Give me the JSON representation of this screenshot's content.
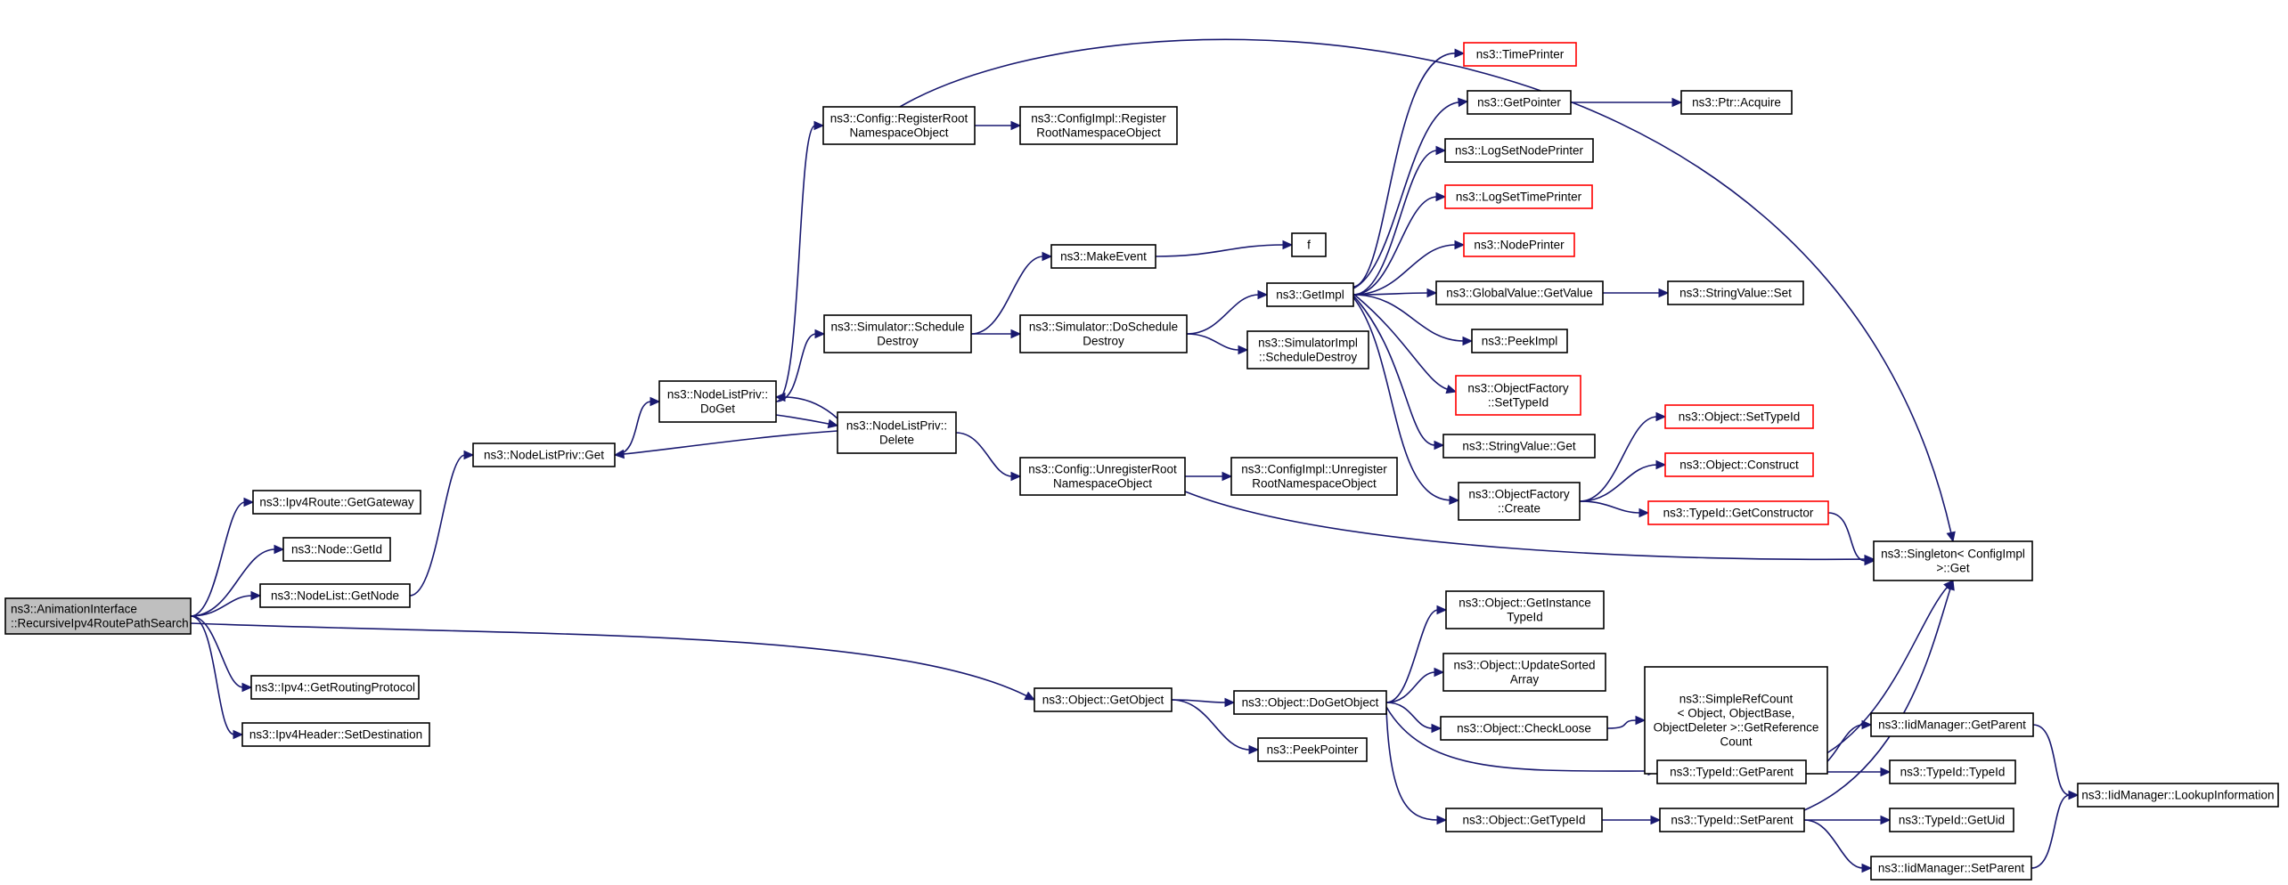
{
  "colors": {
    "edge": "#191970",
    "border": "#000000",
    "truncated_border": "#ff0000",
    "root_fill": "#bfbfbf"
  },
  "nodes": [
    {
      "id": "root",
      "lines": [
        "ns3::AnimationInterface",
        "::RecursiveIpv4RoutePathSearch"
      ],
      "kind": "root"
    },
    {
      "id": "ipv4route",
      "lines": [
        "ns3::Ipv4Route::GetGateway"
      ]
    },
    {
      "id": "nodegetid",
      "lines": [
        "ns3::Node::GetId"
      ]
    },
    {
      "id": "nodelistgetnode",
      "lines": [
        "ns3::NodeList::GetNode"
      ]
    },
    {
      "id": "ipv4getrouting",
      "lines": [
        "ns3::Ipv4::GetRoutingProtocol"
      ]
    },
    {
      "id": "ipv4header",
      "lines": [
        "ns3::Ipv4Header::SetDestination"
      ]
    },
    {
      "id": "nlpget",
      "lines": [
        "ns3::NodeListPriv::Get"
      ]
    },
    {
      "id": "nlpdoget",
      "lines": [
        "ns3::NodeListPriv::",
        "DoGet"
      ]
    },
    {
      "id": "nlpdelete",
      "lines": [
        "ns3::NodeListPriv::",
        "Delete"
      ]
    },
    {
      "id": "cfgregroot",
      "lines": [
        "ns3::Config::RegisterRoot",
        "NamespaceObject"
      ]
    },
    {
      "id": "cfgimplreg",
      "lines": [
        "ns3::ConfigImpl::Register",
        "RootNamespaceObject"
      ]
    },
    {
      "id": "simschedule",
      "lines": [
        "ns3::Simulator::Schedule",
        "Destroy"
      ]
    },
    {
      "id": "makeevent",
      "lines": [
        "ns3::MakeEvent"
      ]
    },
    {
      "id": "f",
      "lines": [
        "f"
      ]
    },
    {
      "id": "simdoschedule",
      "lines": [
        "ns3::Simulator::DoSchedule",
        "Destroy"
      ]
    },
    {
      "id": "getimpl",
      "lines": [
        "ns3::GetImpl"
      ]
    },
    {
      "id": "simimplsched",
      "lines": [
        "ns3::SimulatorImpl",
        "::ScheduleDestroy"
      ]
    },
    {
      "id": "cfgunreg",
      "lines": [
        "ns3::Config::UnregisterRoot",
        "NamespaceObject"
      ]
    },
    {
      "id": "cfgimplunreg",
      "lines": [
        "ns3::ConfigImpl::Unregister",
        "RootNamespaceObject"
      ]
    },
    {
      "id": "timeprinter",
      "lines": [
        "ns3::TimePrinter"
      ],
      "kind": "red"
    },
    {
      "id": "getpointer",
      "lines": [
        "ns3::GetPointer"
      ]
    },
    {
      "id": "ptracquire",
      "lines": [
        "ns3::Ptr::Acquire"
      ]
    },
    {
      "id": "logsetnode",
      "lines": [
        "ns3::LogSetNodePrinter"
      ]
    },
    {
      "id": "logsettime",
      "lines": [
        "ns3::LogSetTimePrinter"
      ],
      "kind": "red"
    },
    {
      "id": "nodeprinter",
      "lines": [
        "ns3::NodePrinter"
      ],
      "kind": "red"
    },
    {
      "id": "gvgetvalue",
      "lines": [
        "ns3::GlobalValue::GetValue"
      ]
    },
    {
      "id": "svset",
      "lines": [
        "ns3::StringValue::Set"
      ]
    },
    {
      "id": "peekimpl",
      "lines": [
        "ns3::PeekImpl"
      ]
    },
    {
      "id": "ofsettypeid",
      "lines": [
        "ns3::ObjectFactory",
        "::SetTypeId"
      ],
      "kind": "red"
    },
    {
      "id": "svget",
      "lines": [
        "ns3::StringValue::Get"
      ]
    },
    {
      "id": "ofcreate",
      "lines": [
        "ns3::ObjectFactory",
        "::Create"
      ]
    },
    {
      "id": "objsettypeid",
      "lines": [
        "ns3::Object::SetTypeId"
      ],
      "kind": "red"
    },
    {
      "id": "objconstruct",
      "lines": [
        "ns3::Object::Construct"
      ],
      "kind": "red"
    },
    {
      "id": "tidgetctor",
      "lines": [
        "ns3::TypeId::GetConstructor"
      ],
      "kind": "red"
    },
    {
      "id": "singleton",
      "lines": [
        "ns3::Singleton< ConfigImpl",
        ">::Get"
      ]
    },
    {
      "id": "objgetobject",
      "lines": [
        "ns3::Object::GetObject"
      ]
    },
    {
      "id": "objdogetobject",
      "lines": [
        "ns3::Object::DoGetObject"
      ]
    },
    {
      "id": "peekpointer",
      "lines": [
        "ns3::PeekPointer"
      ]
    },
    {
      "id": "objgetinst",
      "lines": [
        "ns3::Object::GetInstance",
        "TypeId"
      ]
    },
    {
      "id": "objupdsorted",
      "lines": [
        "ns3::Object::UpdateSorted",
        "Array"
      ]
    },
    {
      "id": "objcheckloose",
      "lines": [
        "ns3::Object::CheckLoose"
      ]
    },
    {
      "id": "simplerefcount",
      "lines": [
        "ns3::SimpleRefCount",
        "< Object, ObjectBase,",
        "ObjectDeleter >::GetReference",
        "Count"
      ]
    },
    {
      "id": "tidgetparent",
      "lines": [
        "ns3::TypeId::GetParent"
      ]
    },
    {
      "id": "objgettypeid",
      "lines": [
        "ns3::Object::GetTypeId"
      ]
    },
    {
      "id": "tidsetparent",
      "lines": [
        "ns3::TypeId::SetParent"
      ]
    },
    {
      "id": "iidgetparent",
      "lines": [
        "ns3::IidManager::GetParent"
      ]
    },
    {
      "id": "tidtypeid",
      "lines": [
        "ns3::TypeId::TypeId"
      ]
    },
    {
      "id": "tidgetuid",
      "lines": [
        "ns3::TypeId::GetUid"
      ]
    },
    {
      "id": "iidsetparent",
      "lines": [
        "ns3::IidManager::SetParent"
      ]
    },
    {
      "id": "iidlookup",
      "lines": [
        "ns3::IidManager::LookupInformation"
      ]
    }
  ],
  "edges": [
    [
      "root",
      "ipv4route"
    ],
    [
      "root",
      "nodegetid"
    ],
    [
      "root",
      "nodelistgetnode"
    ],
    [
      "root",
      "ipv4getrouting"
    ],
    [
      "root",
      "ipv4header"
    ],
    [
      "root",
      "objgetobject"
    ],
    [
      "nodelistgetnode",
      "nlpget"
    ],
    [
      "nlpget",
      "nlpdoget"
    ],
    [
      "nlpdoget",
      "nlpdelete"
    ],
    [
      "nlpdelete",
      "nlpdoget"
    ],
    [
      "nlpdelete",
      "nlpget"
    ],
    [
      "nlpdoget",
      "cfgregroot"
    ],
    [
      "nlpdoget",
      "simschedule"
    ],
    [
      "nlpdelete",
      "cfgunreg"
    ],
    [
      "cfgregroot",
      "cfgimplreg"
    ],
    [
      "cfgregroot",
      "singleton"
    ],
    [
      "simschedule",
      "makeevent"
    ],
    [
      "simschedule",
      "simdoschedule"
    ],
    [
      "makeevent",
      "f"
    ],
    [
      "simdoschedule",
      "getimpl"
    ],
    [
      "simdoschedule",
      "simimplsched"
    ],
    [
      "cfgunreg",
      "cfgimplunreg"
    ],
    [
      "cfgunreg",
      "singleton"
    ],
    [
      "getimpl",
      "timeprinter"
    ],
    [
      "getimpl",
      "getpointer"
    ],
    [
      "getimpl",
      "logsetnode"
    ],
    [
      "getimpl",
      "logsettime"
    ],
    [
      "getimpl",
      "nodeprinter"
    ],
    [
      "getimpl",
      "gvgetvalue"
    ],
    [
      "getimpl",
      "peekimpl"
    ],
    [
      "getimpl",
      "ofsettypeid"
    ],
    [
      "getimpl",
      "svget"
    ],
    [
      "getimpl",
      "ofcreate"
    ],
    [
      "getpointer",
      "ptracquire"
    ],
    [
      "gvgetvalue",
      "svset"
    ],
    [
      "ofcreate",
      "objsettypeid"
    ],
    [
      "ofcreate",
      "objconstruct"
    ],
    [
      "ofcreate",
      "tidgetctor"
    ],
    [
      "tidgetctor",
      "singleton"
    ],
    [
      "objgetobject",
      "objdogetobject"
    ],
    [
      "objgetobject",
      "peekpointer"
    ],
    [
      "objdogetobject",
      "objgetinst"
    ],
    [
      "objdogetobject",
      "objupdsorted"
    ],
    [
      "objdogetobject",
      "objcheckloose"
    ],
    [
      "objdogetobject",
      "tidgetparent"
    ],
    [
      "objdogetobject",
      "objgettypeid"
    ],
    [
      "objcheckloose",
      "simplerefcount"
    ],
    [
      "tidgetparent",
      "singleton"
    ],
    [
      "tidgetparent",
      "iidgetparent"
    ],
    [
      "tidgetparent",
      "tidtypeid"
    ],
    [
      "objgettypeid",
      "tidsetparent"
    ],
    [
      "tidsetparent",
      "singleton"
    ],
    [
      "tidsetparent",
      "tidgetuid"
    ],
    [
      "tidsetparent",
      "iidsetparent"
    ],
    [
      "iidgetparent",
      "iidlookup"
    ],
    [
      "iidsetparent",
      "iidlookup"
    ]
  ]
}
